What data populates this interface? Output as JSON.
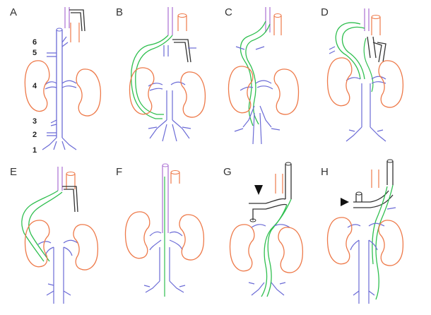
{
  "colors": {
    "vein": "#6b6bd6",
    "vein_fill": "#dcdcf4",
    "kidney": "#ee7a4a",
    "catheter": "#2fbf4f",
    "upper_vessel": "#b07ad6",
    "dark_vessel": "#333333",
    "background": "#ffffff"
  },
  "panels": [
    {
      "label": "A"
    },
    {
      "label": "B"
    },
    {
      "label": "C"
    },
    {
      "label": "D"
    },
    {
      "label": "E"
    },
    {
      "label": "F"
    },
    {
      "label": "G"
    },
    {
      "label": "H"
    }
  ],
  "vessel_numbers": [
    "6",
    "5",
    "4",
    "3",
    "2",
    "1"
  ]
}
